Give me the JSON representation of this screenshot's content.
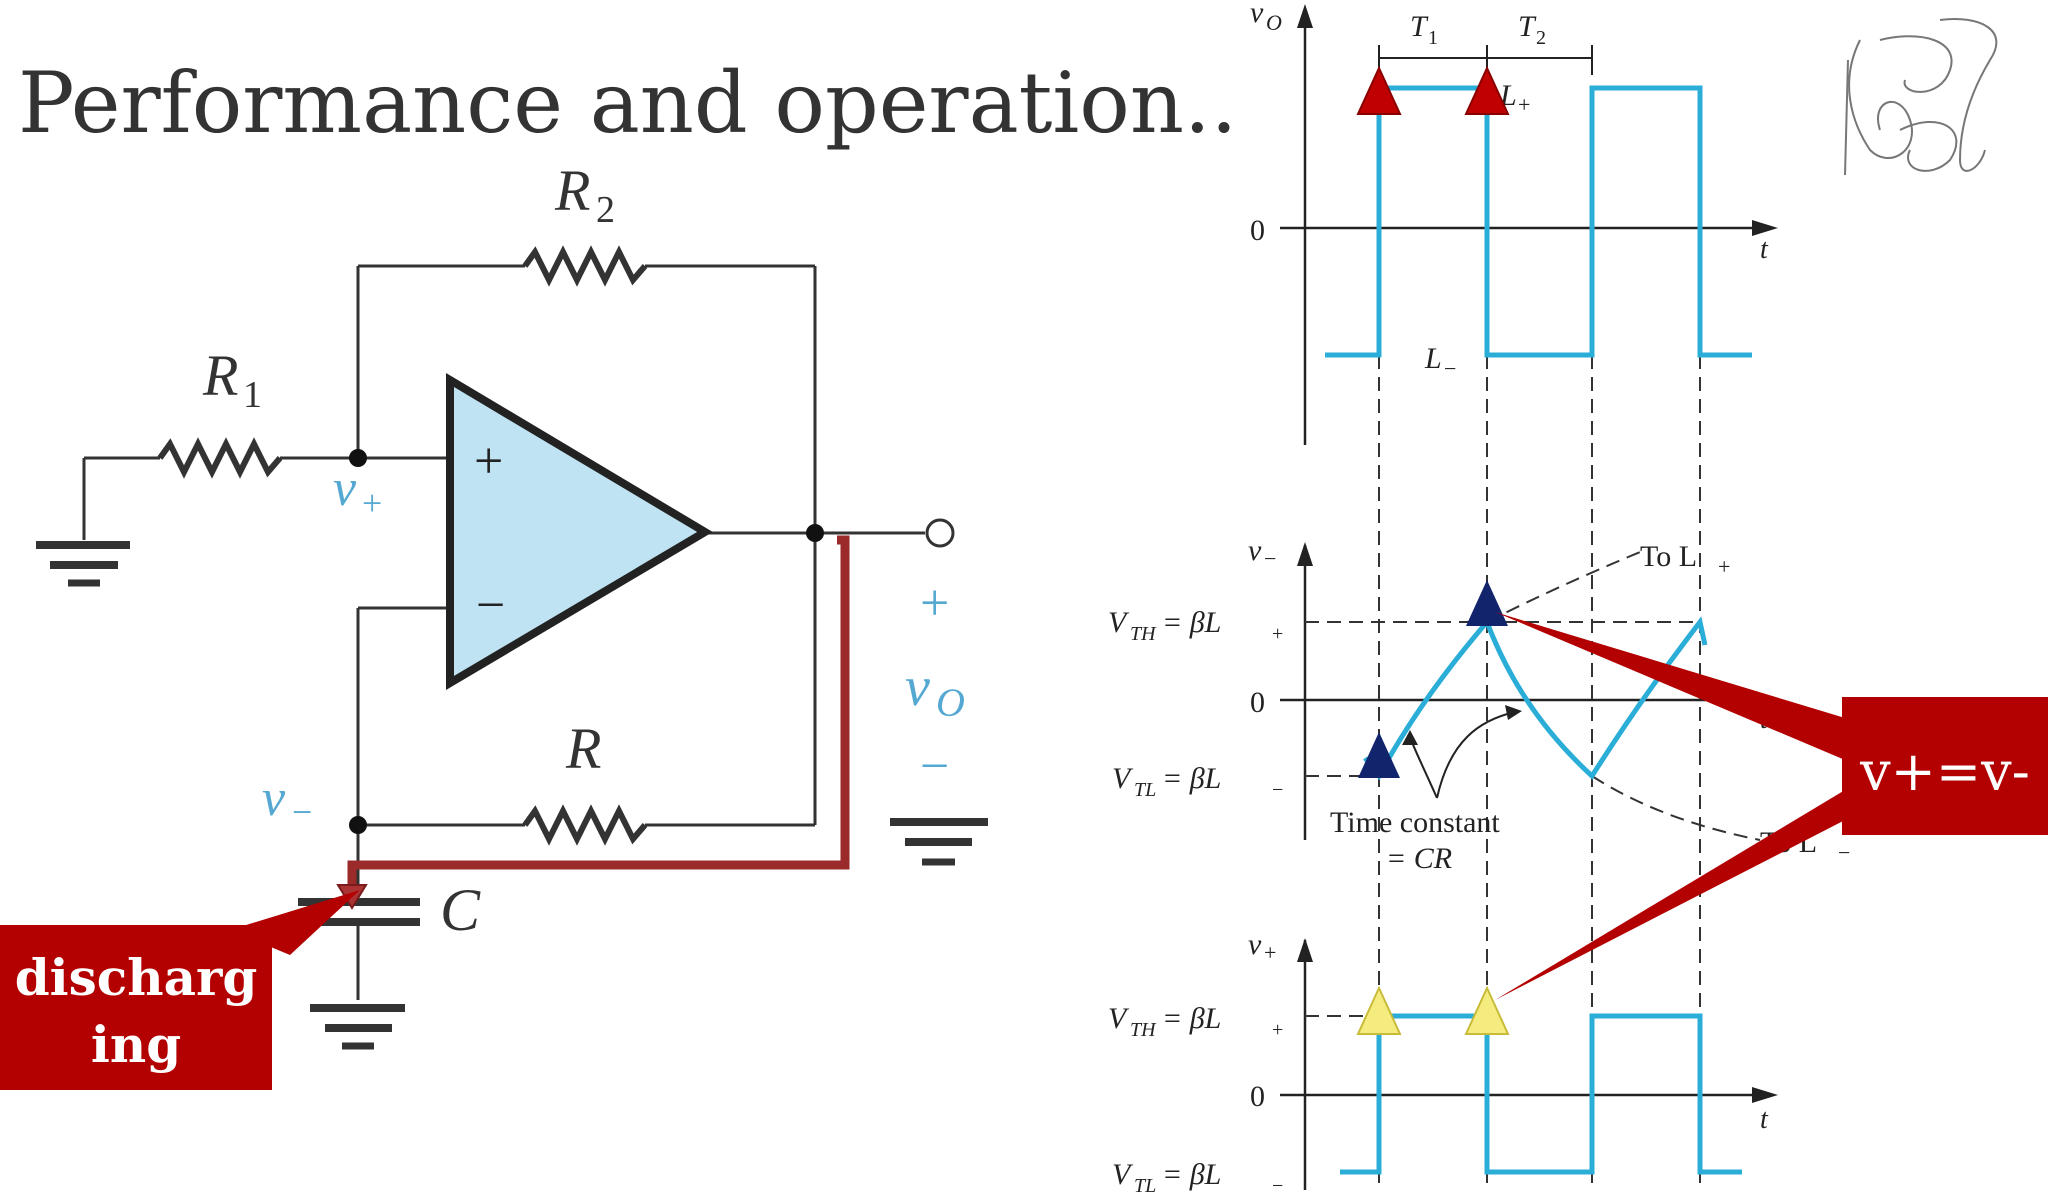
{
  "slide": {
    "title": "Performance and operation.."
  },
  "circuit": {
    "r2_label": "R",
    "r2_sub": "2",
    "r1_label": "R",
    "r1_sub": "1",
    "r_label": "R",
    "c_label": "C",
    "vplus_label": "v",
    "vplus_sub": "+",
    "vminus_label": "v",
    "vminus_sub": "−",
    "opamp_plus": "+",
    "opamp_minus": "−",
    "out_plus": "+",
    "out_label": "v",
    "out_sub": "O",
    "out_minus": "−"
  },
  "callouts": {
    "left": {
      "line1": "discharg",
      "line2": "ing"
    },
    "right": {
      "text": "v+=v-"
    }
  },
  "waveforms": {
    "top": {
      "y_label": "v",
      "y_sub": "O",
      "zero": "0",
      "t_label": "t",
      "T1": "T",
      "T1_sub": "1",
      "T2": "T",
      "T2_sub": "2",
      "Lplus": "L",
      "Lplus_sub": "+",
      "Lminus": "L",
      "Lminus_sub": "−"
    },
    "middle": {
      "y_label": "v",
      "y_sub": "−",
      "vth": "V",
      "vth_sub": "TH",
      "vth_rhs": " = βL",
      "vth_rhs_sub": "+",
      "vtl": "V",
      "vtl_sub": "TL",
      "vtl_rhs": " = βL",
      "vtl_rhs_sub": "−",
      "zero": "0",
      "t_label": "t",
      "to_lplus": "To L",
      "to_lplus_sub": "+",
      "to_lminus": "To L",
      "to_lminus_sub": "−",
      "tc_line1": "Time constant",
      "tc_line2": "= CR"
    },
    "bottom": {
      "y_label": "v",
      "y_sub": "+",
      "vth": "V",
      "vth_sub": "TH",
      "vth_rhs": " = βL",
      "vth_rhs_sub": "+",
      "vtl": "V",
      "vtl_sub": "TL",
      "vtl_rhs": " = βL",
      "vtl_rhs_sub": "−",
      "zero": "0",
      "t_label": "t"
    }
  },
  "colors": {
    "wave": "#2aaed8",
    "opamp_fill": "#bfe3f2",
    "wire": "#333333",
    "callout_red": "#b30000",
    "marker_red": "#c00000",
    "marker_navy": "#12246b",
    "marker_yellow": "#f5ec80",
    "discharge_path": "#9b2a2a",
    "label_blue": "#55a8d2"
  },
  "logo": {
    "text": "BJ"
  }
}
